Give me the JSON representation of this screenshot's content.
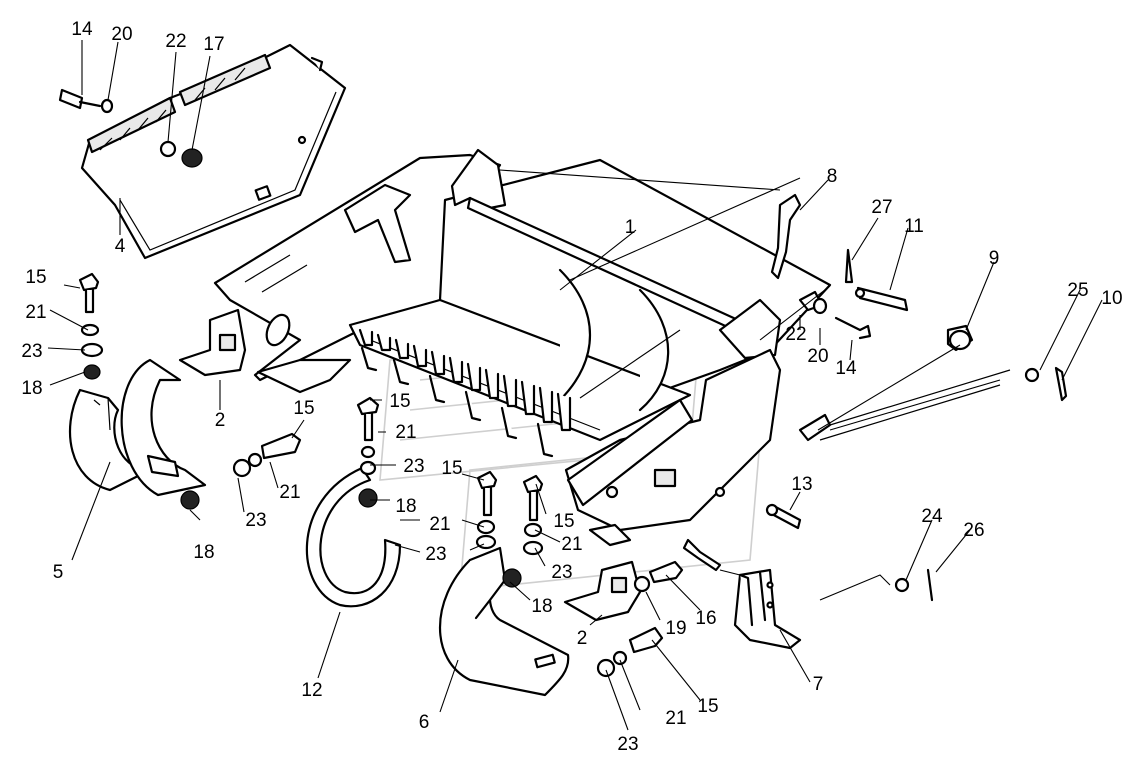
{
  "diagram": {
    "labels": [
      {
        "id": "l14a",
        "text": "14"
      },
      {
        "id": "l20a",
        "text": "20"
      },
      {
        "id": "l22a",
        "text": "22"
      },
      {
        "id": "l17",
        "text": "17"
      },
      {
        "id": "l4",
        "text": "4"
      },
      {
        "id": "l15a",
        "text": "15"
      },
      {
        "id": "l21a",
        "text": "21"
      },
      {
        "id": "l23a",
        "text": "23"
      },
      {
        "id": "l18a",
        "text": "18"
      },
      {
        "id": "l5",
        "text": "5"
      },
      {
        "id": "l2a",
        "text": "2"
      },
      {
        "id": "l15b",
        "text": "15"
      },
      {
        "id": "l21b",
        "text": "21"
      },
      {
        "id": "l23b",
        "text": "23"
      },
      {
        "id": "l18b",
        "text": "18"
      },
      {
        "id": "l15c",
        "text": "15"
      },
      {
        "id": "l21c",
        "text": "21"
      },
      {
        "id": "l23c",
        "text": "23"
      },
      {
        "id": "l18c",
        "text": "18"
      },
      {
        "id": "l12",
        "text": "12"
      },
      {
        "id": "l15d",
        "text": "15"
      },
      {
        "id": "l21d",
        "text": "21"
      },
      {
        "id": "l23d",
        "text": "23"
      },
      {
        "id": "l15e",
        "text": "15"
      },
      {
        "id": "l21e",
        "text": "21"
      },
      {
        "id": "l23e",
        "text": "23"
      },
      {
        "id": "l18d",
        "text": "18"
      },
      {
        "id": "l6",
        "text": "6"
      },
      {
        "id": "l2b",
        "text": "2"
      },
      {
        "id": "l19",
        "text": "19"
      },
      {
        "id": "l16",
        "text": "16"
      },
      {
        "id": "l15f",
        "text": "15"
      },
      {
        "id": "l21f",
        "text": "21"
      },
      {
        "id": "l23f",
        "text": "23"
      },
      {
        "id": "l1",
        "text": "1"
      },
      {
        "id": "l8",
        "text": "8"
      },
      {
        "id": "l27",
        "text": "27"
      },
      {
        "id": "l11",
        "text": "11"
      },
      {
        "id": "l9",
        "text": "9"
      },
      {
        "id": "l22b",
        "text": "22"
      },
      {
        "id": "l20b",
        "text": "20"
      },
      {
        "id": "l14b",
        "text": "14"
      },
      {
        "id": "l25",
        "text": "25"
      },
      {
        "id": "l10",
        "text": "10"
      },
      {
        "id": "l13",
        "text": "13"
      },
      {
        "id": "l24",
        "text": "24"
      },
      {
        "id": "l26",
        "text": "26"
      },
      {
        "id": "l7",
        "text": "7"
      }
    ]
  }
}
